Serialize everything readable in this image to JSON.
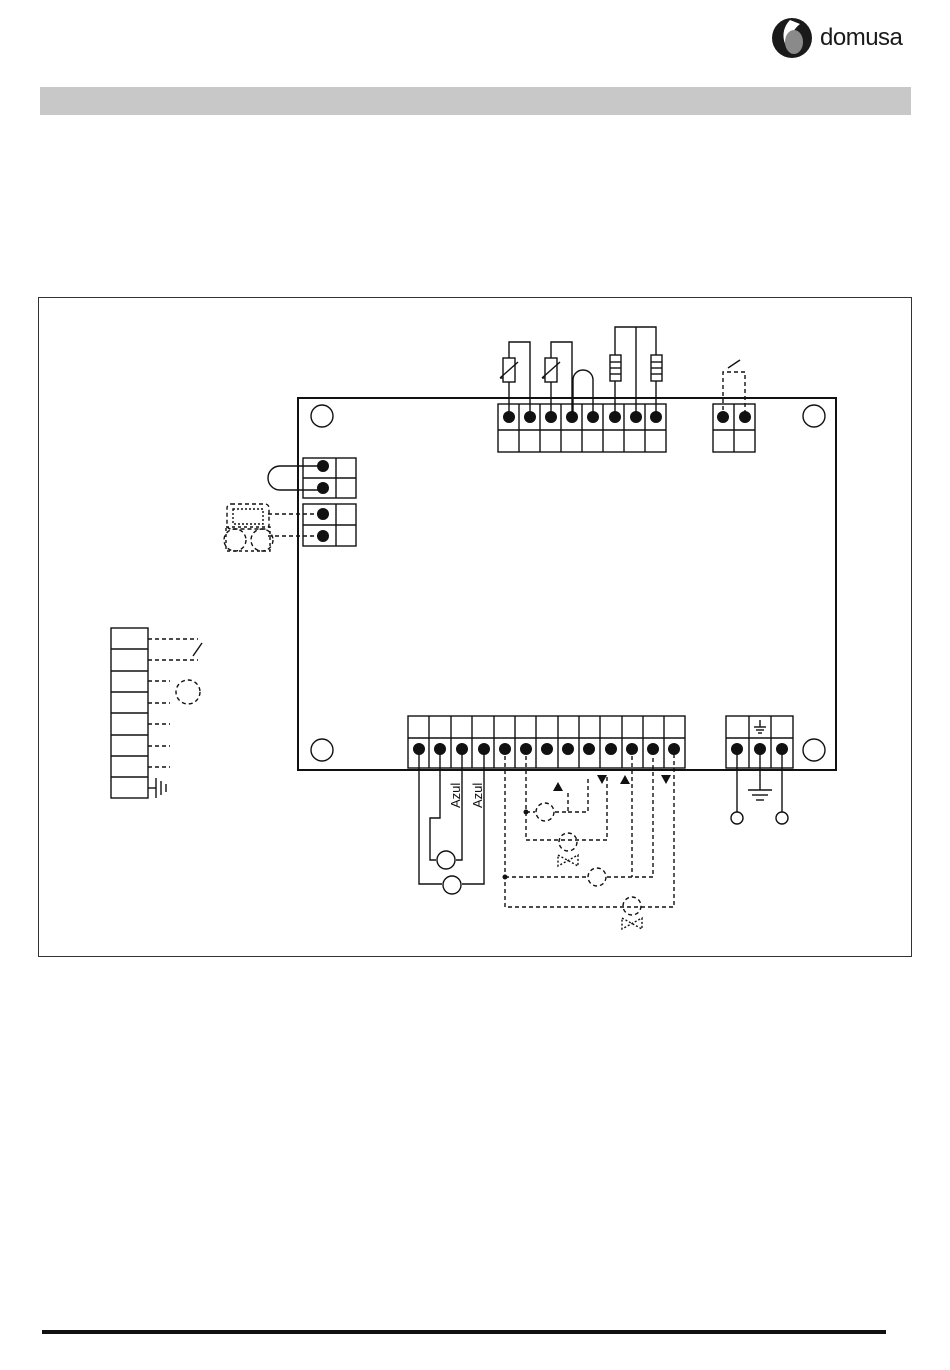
{
  "brand": {
    "name": "domusa"
  },
  "diagram": {
    "wire_labels": [
      "Azul",
      "Azul"
    ]
  }
}
